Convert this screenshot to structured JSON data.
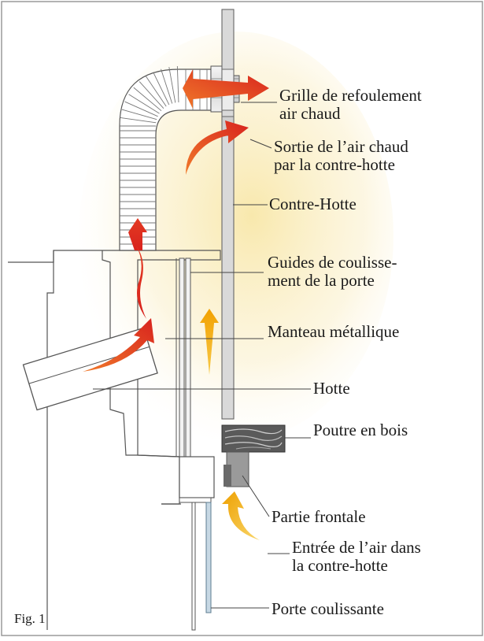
{
  "figure": {
    "caption": "Fig. 1"
  },
  "labels": {
    "grille": [
      "Grille de refoulement",
      "air chaud"
    ],
    "sortie": [
      "Sortie de l’air chaud",
      "par la contre-hotte"
    ],
    "contre_hotte": [
      "Contre-Hotte"
    ],
    "guides": [
      "Guides de coulisse-",
      "ment de la porte"
    ],
    "manteau": [
      "Manteau métallique"
    ],
    "hotte": [
      "Hotte"
    ],
    "poutre": [
      "Poutre en bois"
    ],
    "partie": [
      "Partie frontale"
    ],
    "entree": [
      "Entrée de l’air dans",
      "la contre-hotte"
    ],
    "porte": [
      "Porte coulissante"
    ]
  },
  "colors": {
    "hot_arrow": "#d8231e",
    "hot_arrow_tip": "#f0792a",
    "cool_arrow": "#f2a100",
    "glow": "#f8e7a8",
    "line": "#555555",
    "panel": "#d9d9d9",
    "door": "#c7d8e4",
    "wood": "#5a5a5a"
  }
}
